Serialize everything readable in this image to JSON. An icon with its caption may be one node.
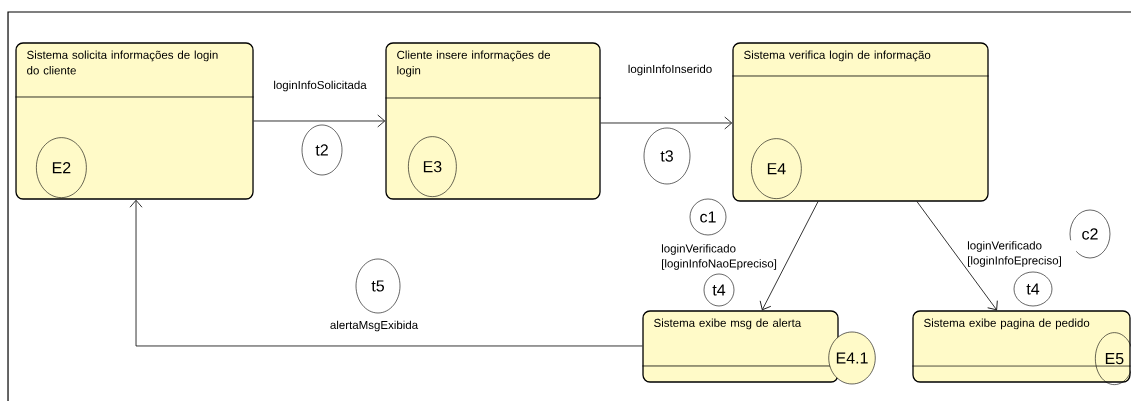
{
  "diagram": {
    "nodes": [
      {
        "text": [
          "Sistema solicita informações de login do cliente"
        ]
      },
      {
        "text": [
          "E2"
        ],
        "in": 0
      },
      {
        "text": [
          "Cliente insere informações de login"
        ]
      },
      {
        "text": [
          "E3"
        ],
        "in": 2
      },
      {
        "text": [
          "Sistema verifica login de informação"
        ]
      },
      {
        "text": [
          "E4"
        ],
        "in": 4
      },
      {
        "text": [
          "t2"
        ]
      },
      {
        "text": [
          "t3"
        ]
      },
      {
        "text": [
          "c1"
        ]
      },
      {
        "text": [
          "c2"
        ]
      },
      {
        "text": [
          "t5"
        ]
      },
      {
        "text": [
          "t4"
        ]
      },
      {
        "text": [
          "t4"
        ]
      },
      {
        "text": [
          "Sistema exibe msg de alerta"
        ]
      },
      {
        "text": [
          "E4.1"
        ]
      },
      {
        "text": [
          "Sistema exibe pagina de pedido"
        ]
      },
      {
        "text": [
          "E5"
        ],
        "in": 15
      }
    ],
    "edges": [
      {
        "from": 0,
        "to": 2,
        "arrow": "to",
        "label": "loginInfoSolicitada"
      },
      {
        "from": 2,
        "to": 4,
        "arrow": "to",
        "label": "loginInfoInserido"
      },
      {
        "from": 4,
        "to": 13,
        "arrow": "to",
        "label": "loginVerificado [loginInfoNaoEpreciso]"
      },
      {
        "from": 4,
        "to": 15,
        "arrow": "to",
        "label": "loginVerificado [loginInfoEpreciso]"
      },
      {
        "from": 13,
        "to": 0,
        "arrow": "to",
        "label": "alertaMsgExibida"
      }
    ]
  }
}
